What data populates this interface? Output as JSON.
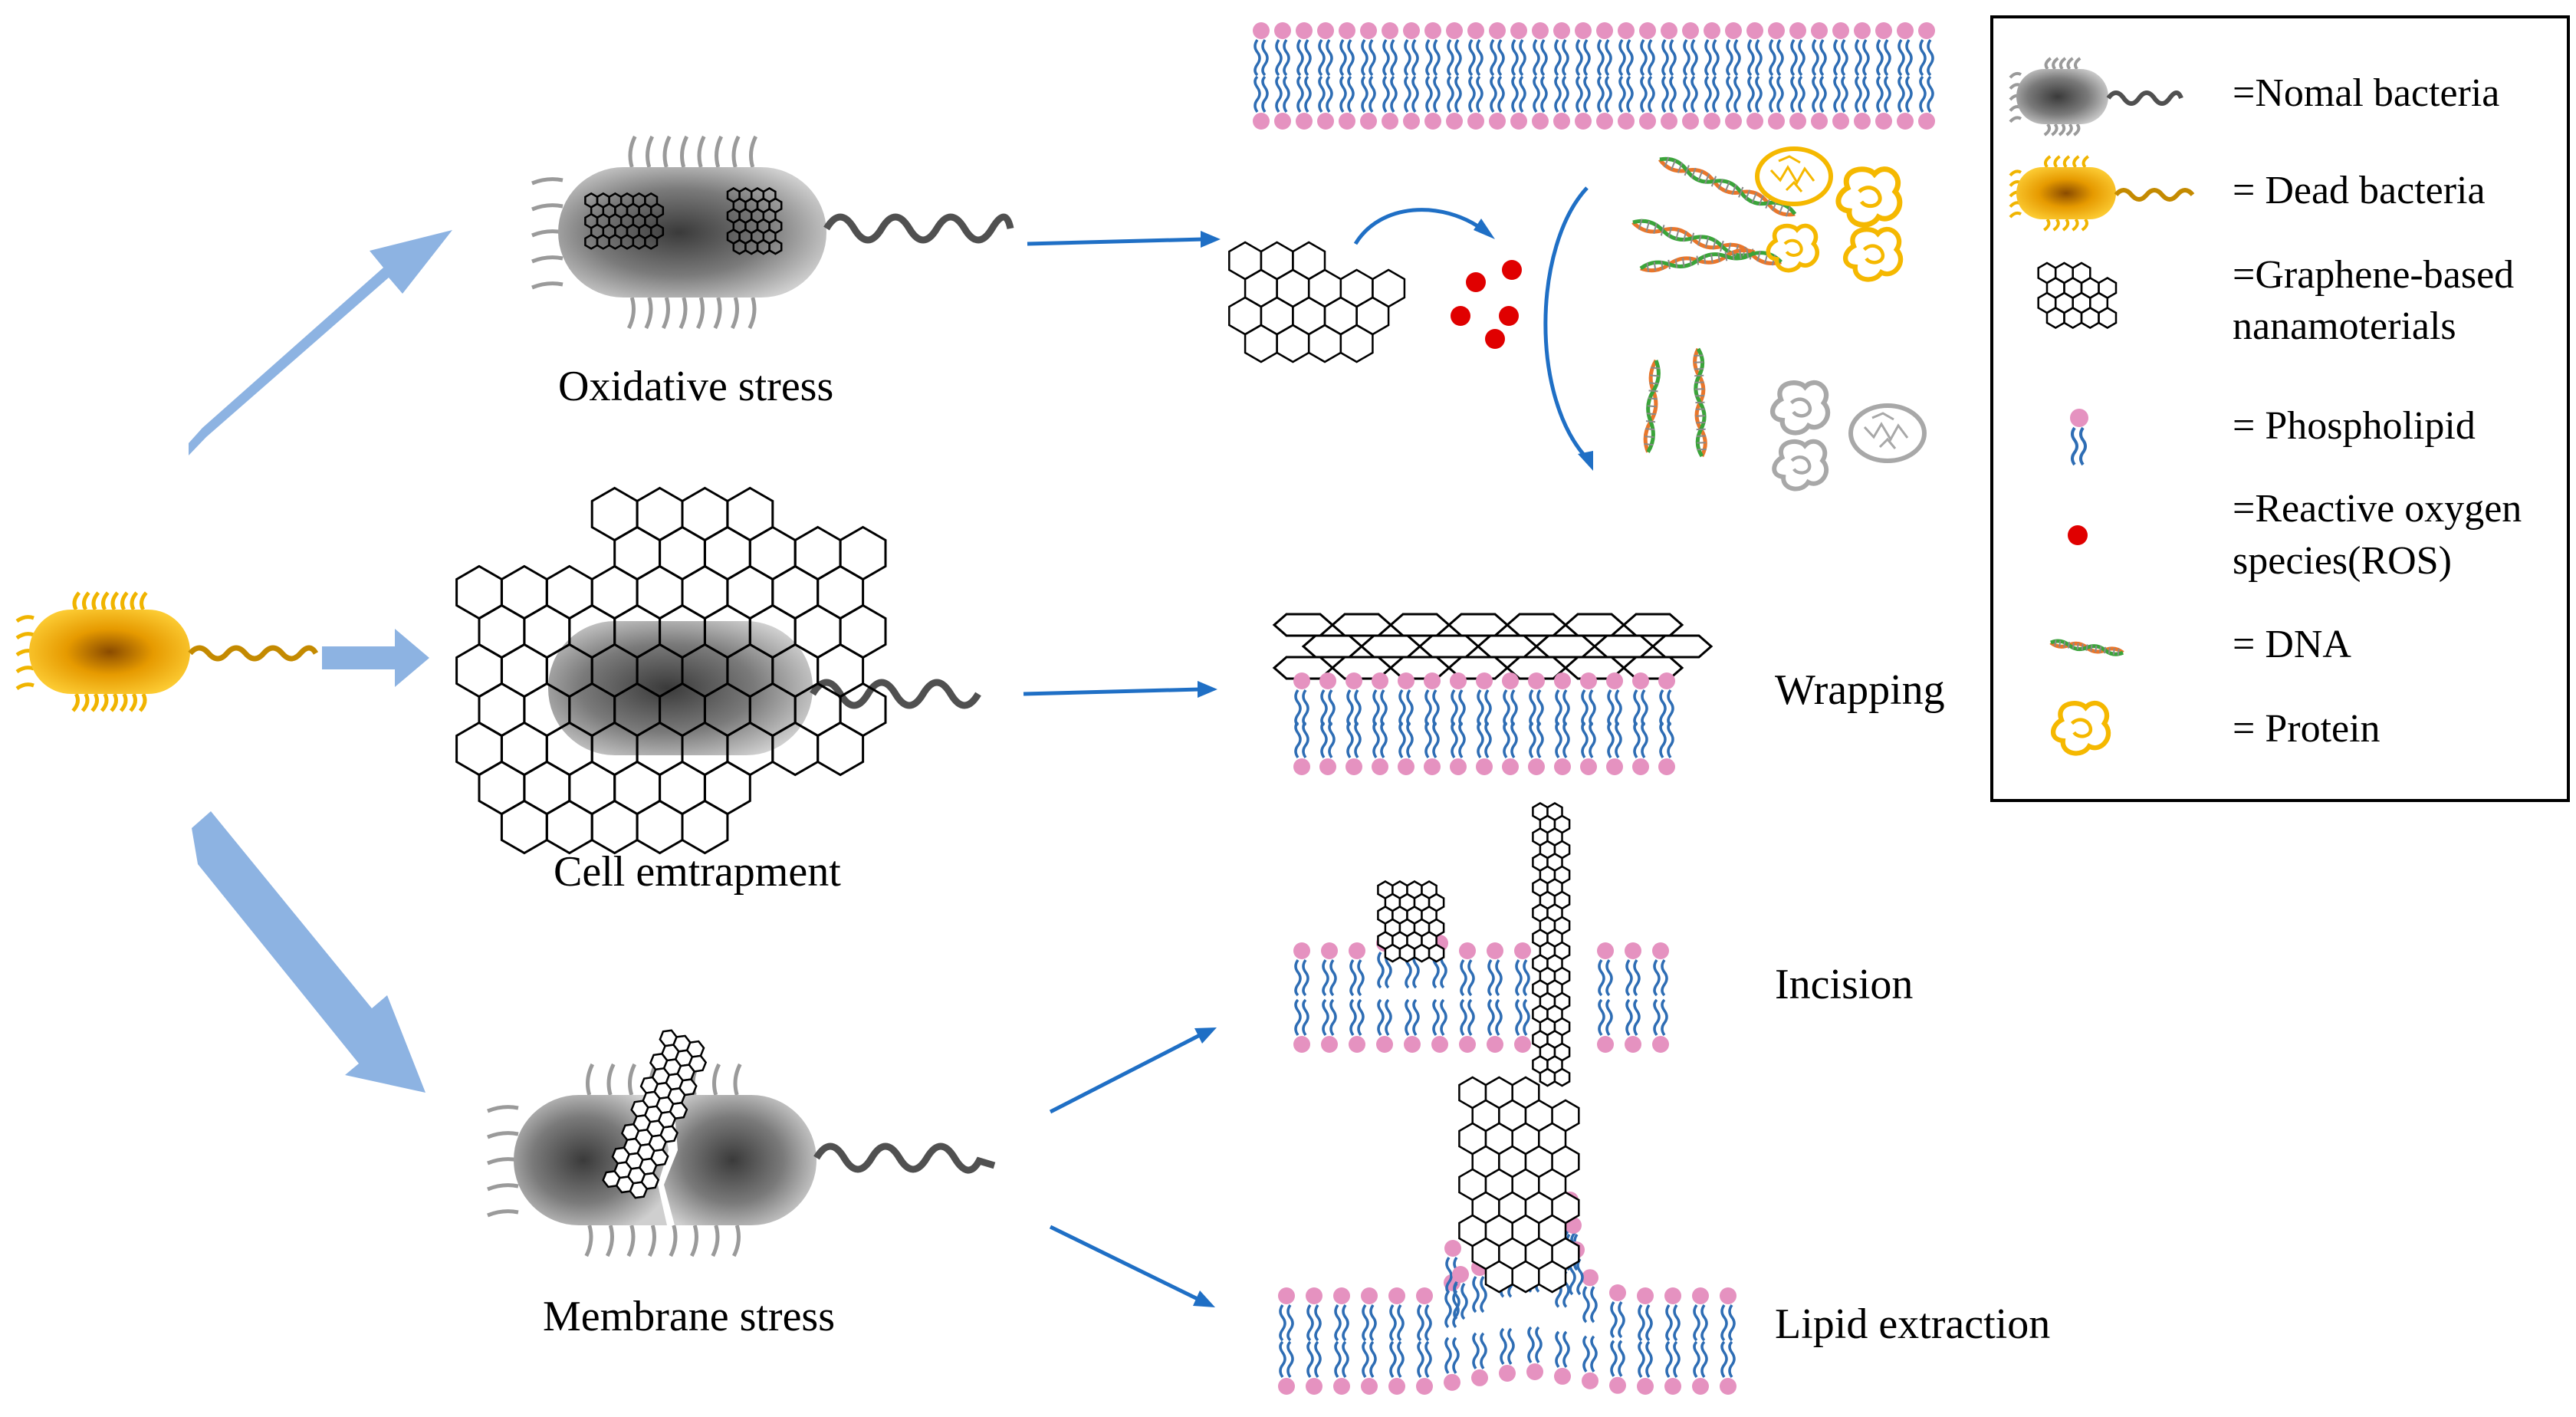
{
  "labels": {
    "oxidative": "Oxidative stress",
    "entrapment": "Cell emtrapment",
    "membrane": "Membrane stress",
    "wrapping": "Wrapping",
    "incision": "Incision",
    "lipid": "Lipid extraction"
  },
  "legend": {
    "normal": "=Nomal bacteria",
    "dead": "= Dead bacteria",
    "graphene_1": "=Graphene-based",
    "graphene_2": "nanamoterials",
    "phospholipid": "= Phospholipid",
    "ros_1": "=Reactive oxygen",
    "ros_2": "species(ROS)",
    "dna": "= DNA",
    "protein": "= Protein"
  },
  "colors": {
    "big_arrow": "#8db3e2",
    "small_arrow": "#1f6fc5",
    "lipid_head": "#e592c0",
    "lipid_tail": "#2e6db4",
    "ros": "#e00000",
    "dead_bacteria": "#f0a800",
    "protein": "#f5b800",
    "dna_strand_a": "#e9762b",
    "dna_strand_b": "#3aa43a"
  }
}
